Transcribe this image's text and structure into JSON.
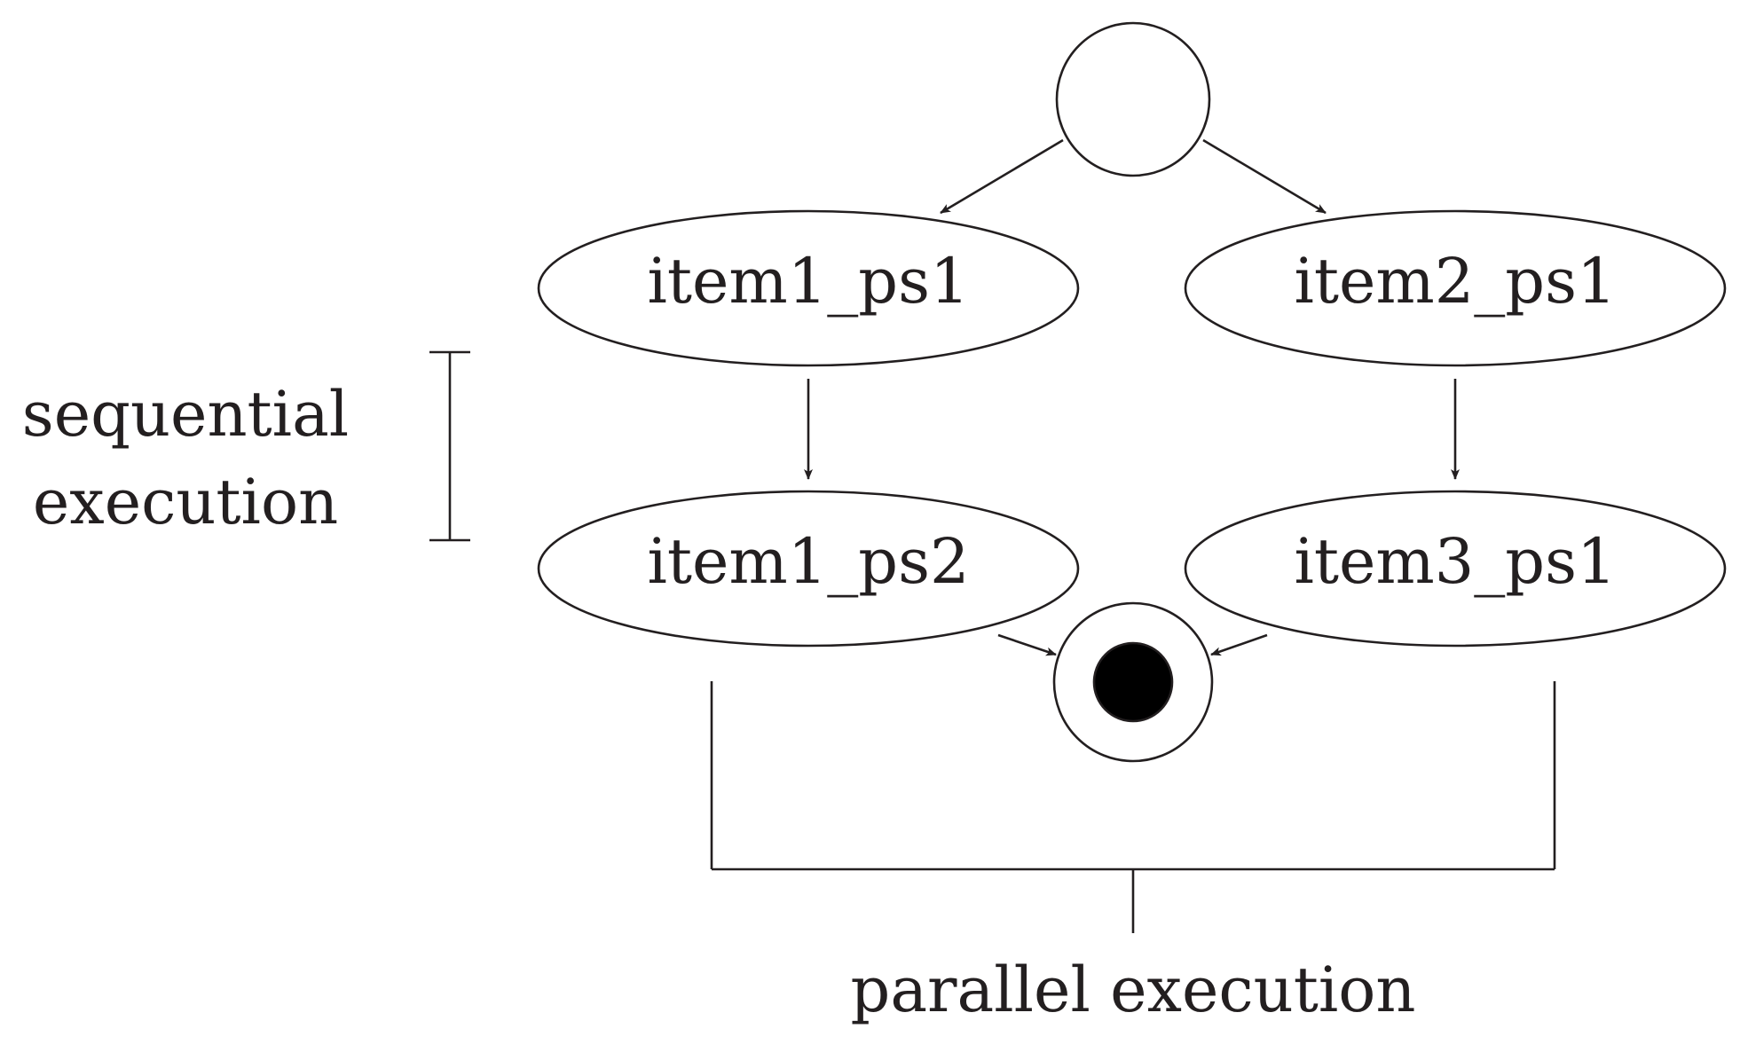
{
  "nodes": {
    "item1_ps1": "item1_ps1",
    "item2_ps1": "item2_ps1",
    "item1_ps2": "item1_ps2",
    "item3_ps1": "item3_ps1"
  },
  "annotations": {
    "sequential_line1": "sequential",
    "sequential_line2": "execution",
    "parallel": "parallel execution"
  },
  "colors": {
    "stroke": "#231f20",
    "final_dot": "#000000",
    "background": "#ffffff"
  }
}
